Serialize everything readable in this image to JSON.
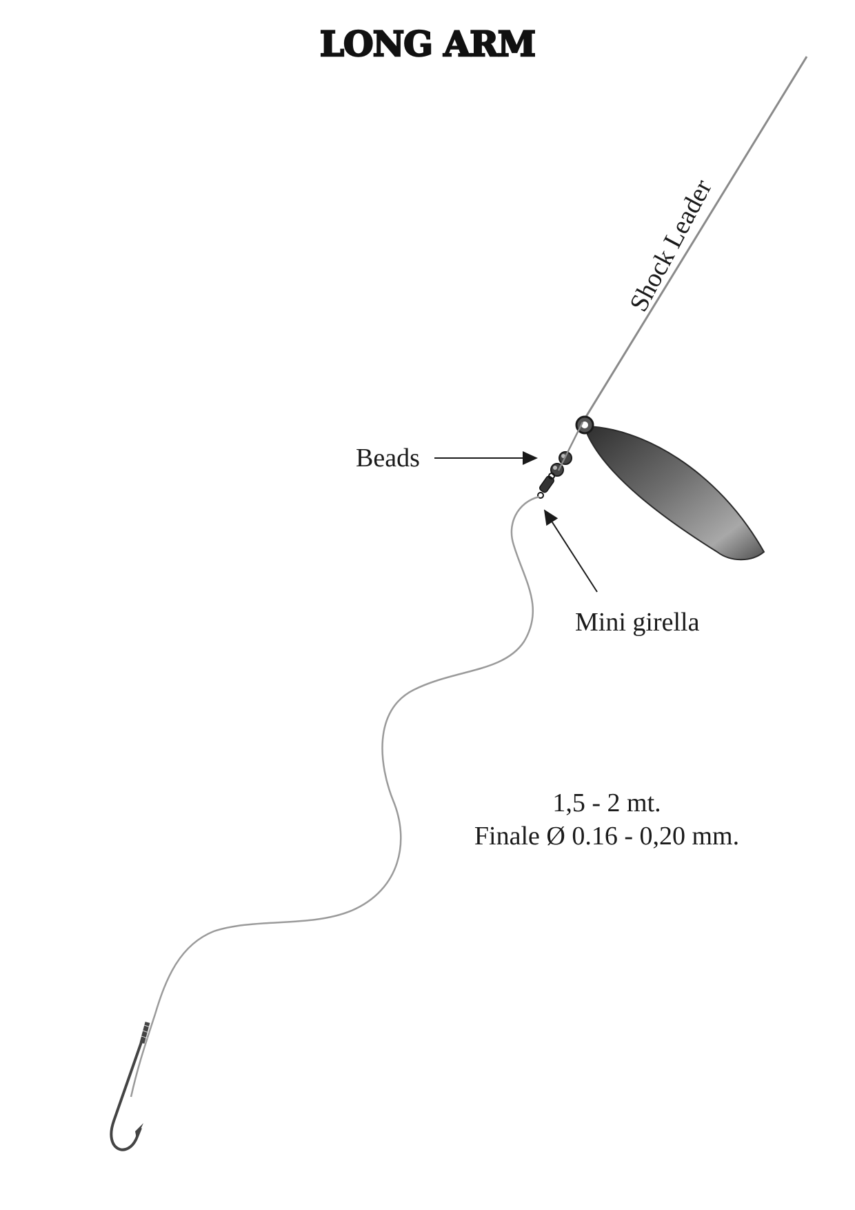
{
  "title": "LONG ARM",
  "labels": {
    "shock_leader": "Shock Leader",
    "beads": "Beads",
    "mini_girella": "Mini girella"
  },
  "spec": {
    "length": "1,5 - 2 mt.",
    "finale": "Finale Ø 0.16 - 0,20 mm."
  },
  "colors": {
    "ink": "#1a1a1a",
    "line": "#8a8a8a",
    "sinker_dark": "#3a3a3a",
    "sinker_light": "#9a9a9a"
  }
}
